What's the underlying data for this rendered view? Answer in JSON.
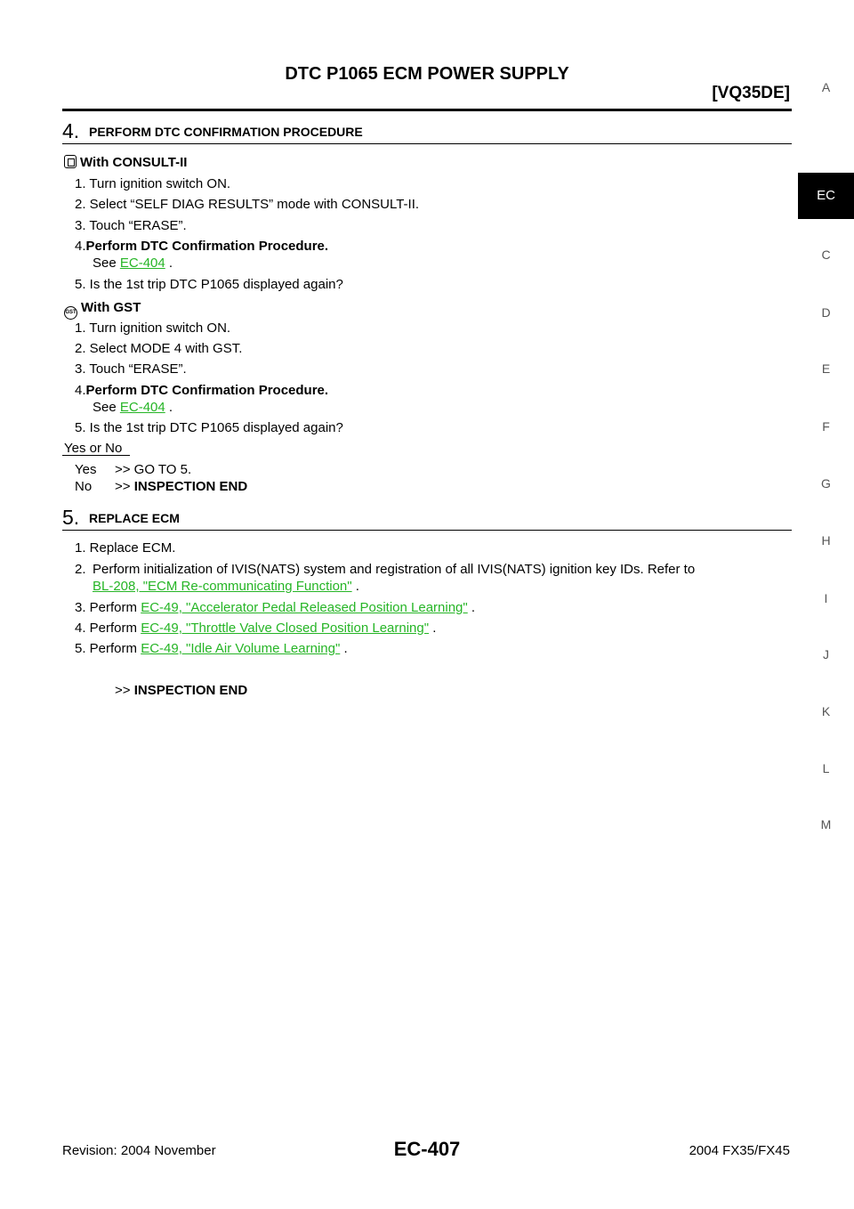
{
  "header": {
    "title": "DTC P1065 ECM POWER SUPPLY",
    "code": "[VQ35DE]"
  },
  "side_index": [
    "A",
    "EC",
    "C",
    "D",
    "E",
    "F",
    "G",
    "H",
    "I",
    "J",
    "K",
    "L",
    "M"
  ],
  "step4": {
    "number": "4.",
    "title": "PERFORM DTC CONFIRMATION PROCEDURE",
    "consult_heading": "With CONSULT-II",
    "consult_icon": "consult-tester-icon",
    "consult_steps": [
      "1.  Turn ignition switch ON.",
      "2.  Select “SELF DIAG RESULTS” mode with CONSULT-II.",
      "3.  Touch “ERASE”."
    ],
    "consult_step4_num": "4.",
    "consult_step4_text": "Perform DTC Confirmation Procedure.",
    "consult_see": "See ",
    "consult_link": "EC-404",
    "consult_period": " .",
    "consult_step5": "5.  Is the 1st trip DTC P1065 displayed again?",
    "gst_heading": "With GST",
    "gst_icon": "gst-icon",
    "gst_icon_text": "GST",
    "gst_steps": [
      "1.  Turn ignition switch ON.",
      "2.  Select MODE 4 with GST.",
      "3.  Touch “ERASE”."
    ],
    "gst_step4_num": "4.",
    "gst_step4_text": "Perform DTC Confirmation Procedure.",
    "gst_see": "See ",
    "gst_link": "EC-404",
    "gst_period": " .",
    "gst_step5": "5.  Is the 1st trip DTC P1065 displayed again?",
    "yes_or_no": "Yes or No",
    "yes_label": "Yes",
    "yes_action": ">> GO TO 5.",
    "no_label": "No",
    "no_arrow": ">> ",
    "no_action": "INSPECTION END"
  },
  "step5": {
    "number": "5.",
    "title": "REPLACE ECM",
    "item1": "1.  Replace ECM.",
    "item2_num": "2.",
    "item2_line1": "Perform initialization of IVIS(NATS) system and registration of all IVIS(NATS) ignition key IDs. Refer to",
    "item2_link": "BL-208, \"ECM Re-communicating Function\"",
    "item2_end": " .",
    "item3_prefix": "3.  Perform ",
    "item3_link": "EC-49, \"Accelerator Pedal Released Position Learning\"",
    "item3_end": " .",
    "item4_prefix": "4.  Perform ",
    "item4_link": "EC-49, \"Throttle Valve Closed Position Learning\"",
    "item4_end": " .",
    "item5_prefix": "5.  Perform ",
    "item5_link": "EC-49, \"Idle Air Volume Learning\"",
    "item5_end": " .",
    "end_arrow": ">> ",
    "end_text": "INSPECTION END"
  },
  "footer": {
    "revision": "Revision: 2004 November",
    "page": "EC-407",
    "model": "2004 FX35/FX45"
  }
}
